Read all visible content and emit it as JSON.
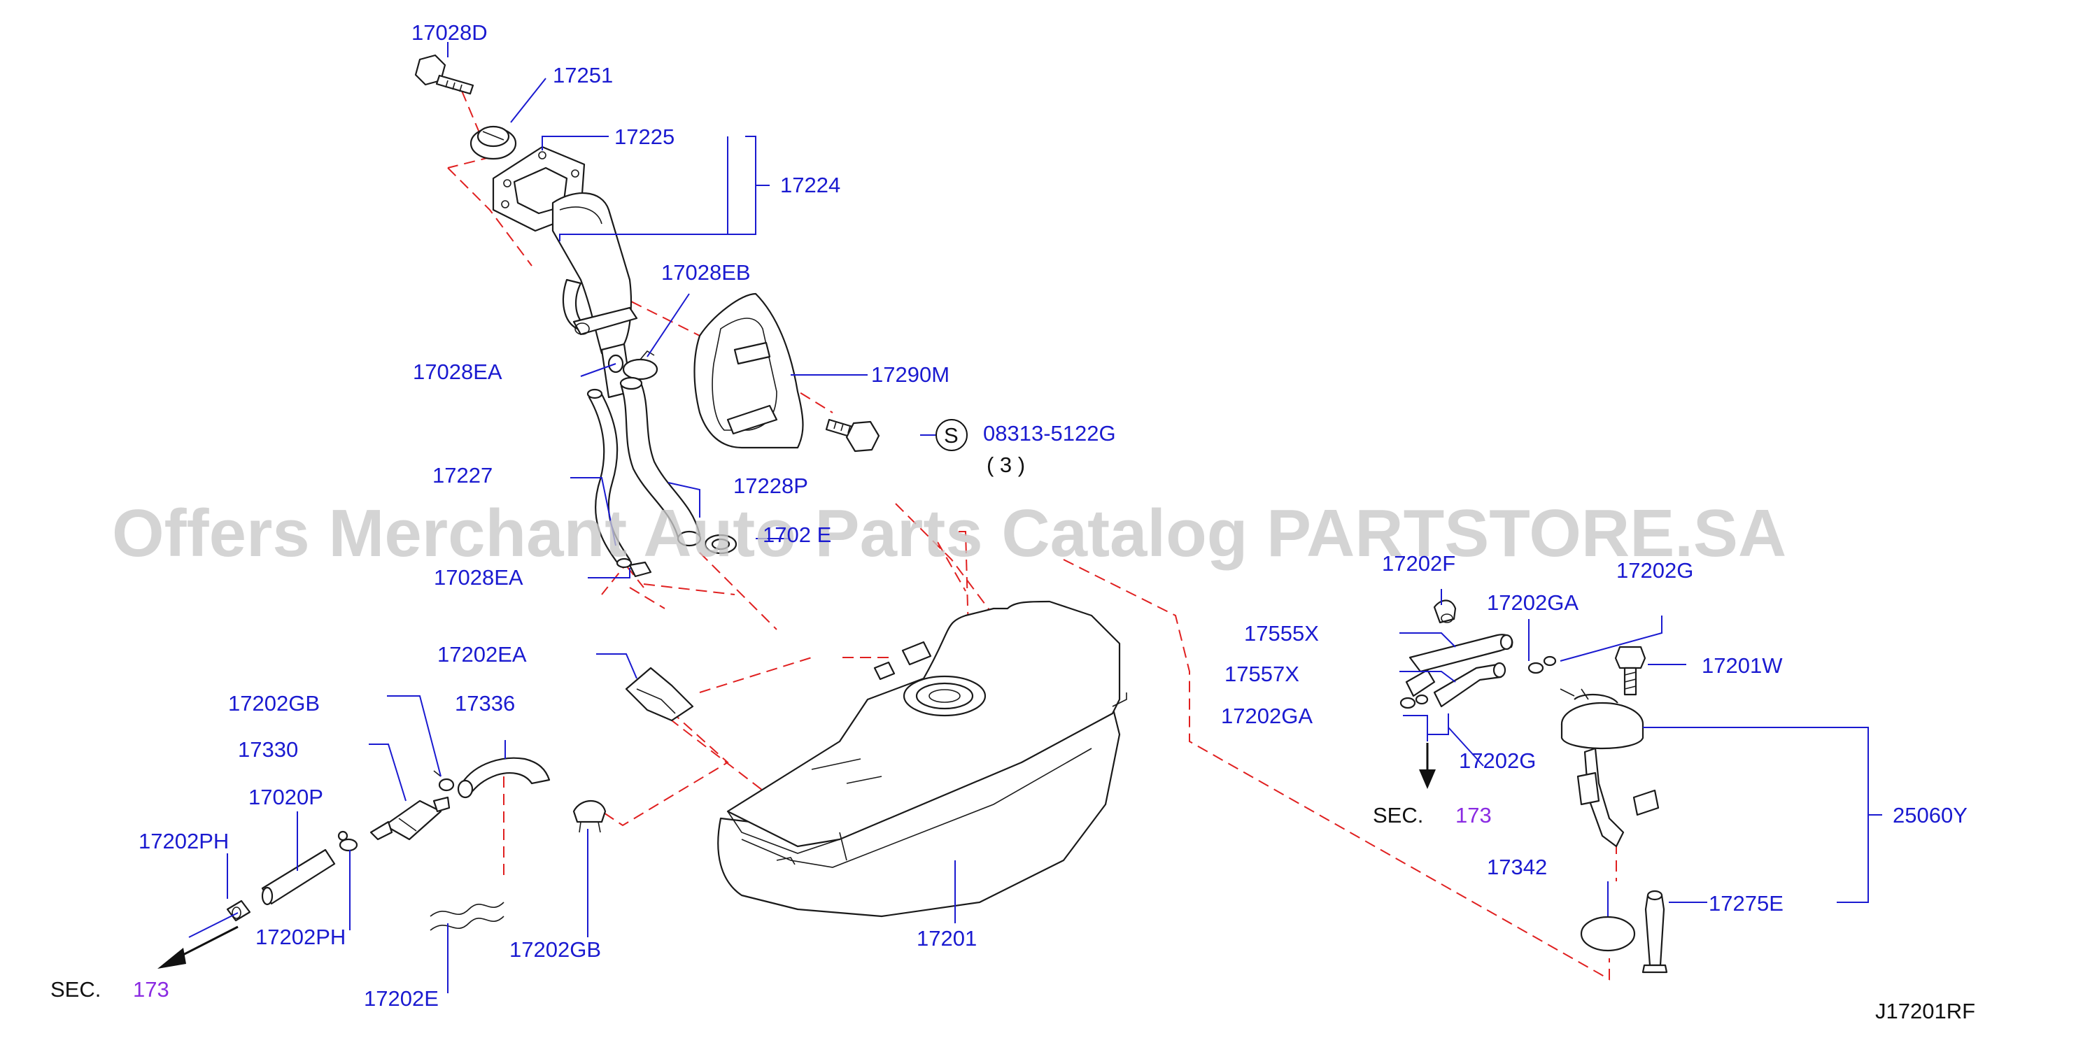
{
  "watermark": "Offers Merchant Auto Parts Catalog PARTSTORE.SA",
  "diagram_code": "J17201RF",
  "sec": {
    "prefix": "SEC.",
    "number": "173"
  },
  "bolt_spec": {
    "circle_letter": "S",
    "code": "08313-5122G",
    "quantity": "( 3 )"
  },
  "labels": {
    "p17028D": "17028D",
    "p17251": "17251",
    "p17225": "17225",
    "p17224": "17224",
    "p17028EB": "17028EB",
    "p17290M": "17290M",
    "p17028EA_top": "17028EA",
    "p17227": "17227",
    "p17228P": "17228P",
    "p17028E_partial": "1702 E",
    "p17028EA_bottom": "17028EA",
    "p17202EA": "17202EA",
    "p17202GB_left": "17202GB",
    "p17336": "17336",
    "p17330": "17330",
    "p17020P": "17020P",
    "p17202PH_left": "17202PH",
    "p17202PH_right": "17202PH",
    "p17202E": "17202E",
    "p17202GB_bottom": "17202GB",
    "p17201": "17201",
    "p17202F": "17202F",
    "p17202GA_top": "17202GA",
    "p17202G_top": "17202G",
    "p17555X": "17555X",
    "p17557X": "17557X",
    "p17201W": "17201W",
    "p17202GA_bottom": "17202GA",
    "p17202G_bottom": "17202G",
    "p25060Y": "25060Y",
    "p17342": "17342",
    "p17275E": "17275E"
  },
  "colors": {
    "label_blue": "#1a1ad0",
    "section_purple": "#8a2be2",
    "dashed_red": "#e02020",
    "line_black": "#1a1a1a",
    "watermark_gray": "#c9c9c9"
  }
}
